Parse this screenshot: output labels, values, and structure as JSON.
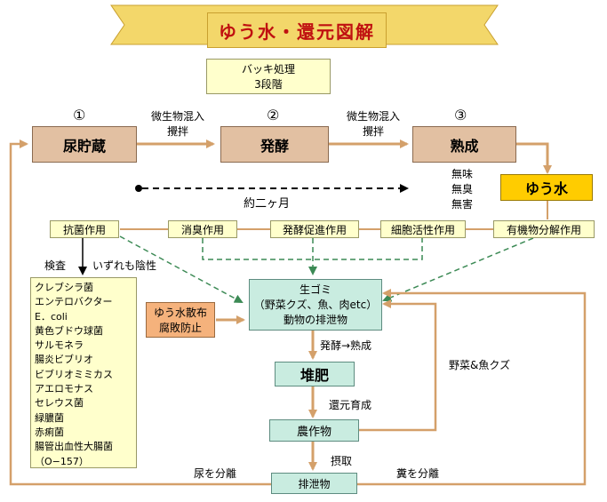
{
  "title": "ゆう水・還元図解",
  "process_note": {
    "line1": "バッキ処理",
    "line2": "3段階"
  },
  "stages": [
    {
      "num": "①",
      "label": "尿貯蔵"
    },
    {
      "num": "②",
      "label": "発酵"
    },
    {
      "num": "③",
      "label": "熟成"
    }
  ],
  "mix_label": {
    "line1": "微生物混入",
    "line2": "攪拌"
  },
  "mix_label_2": {
    "line1": "微生物混入",
    "line2": "攪拌"
  },
  "duration": "約二ヶ月",
  "qualities": [
    "無味",
    "無臭",
    "無害"
  ],
  "yuusui": "ゆう水",
  "effects": [
    "抗菌作用",
    "消臭作用",
    "発酵促進作用",
    "細胞活性作用",
    "有機物分解作用"
  ],
  "test_label": "検査",
  "negative_label": "いずれも陰性",
  "bacteria": [
    "クレブシラ菌",
    "エンテロバクター",
    "E．coli",
    "黄色ブドウ球菌",
    "サルモネラ",
    "腸炎ビブリオ",
    "ビブリオミミカス",
    "アエロモナス",
    "セレウス菌",
    "緑膿菌",
    "赤痢菌",
    "腸管出血性大腸菌",
    "（O−157）"
  ],
  "spray": {
    "line1": "ゆう水散布",
    "line2": "腐敗防止"
  },
  "garbage": {
    "line1": "生ゴミ",
    "line2": "（野菜クズ、魚、肉etc）",
    "line3": "動物の排泄物"
  },
  "ferment_label": "発酵→熟成",
  "compost": "堆肥",
  "reduce_label": "還元育成",
  "crops": "農作物",
  "intake_label": "摂取",
  "excreta": "排泄物",
  "urine_label": "尿を分離",
  "feces_label": "糞を分離",
  "veg_label": "野菜&魚クズ",
  "colors": {
    "brown_line": "#d4a06a",
    "green_dash": "#3c8a55",
    "stage_fill": "#e2c0a2",
    "teal_fill": "#c9ece0",
    "gold": "#ffcc00"
  }
}
